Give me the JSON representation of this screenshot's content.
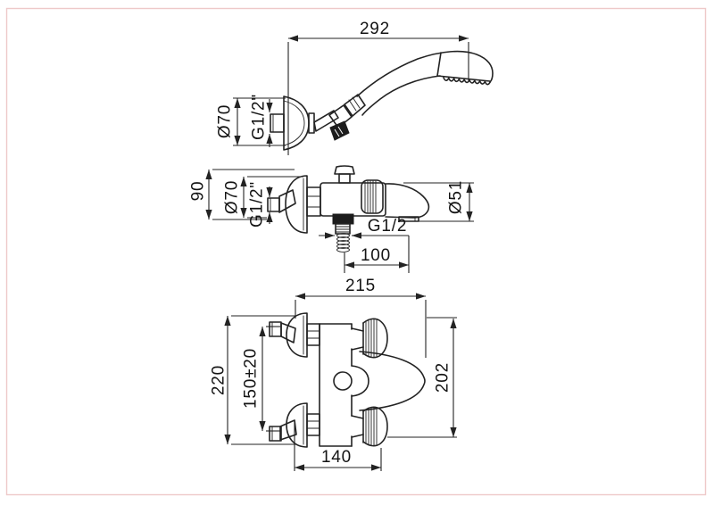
{
  "page": {
    "background": "#ffffff",
    "frame_color": "#eec9c9"
  },
  "views": {
    "handset": {
      "title": "hand-shower-top-view",
      "dims": {
        "span": "292",
        "flange_diameter": "Ø70",
        "connection_thread": "G1/2\""
      }
    },
    "side": {
      "title": "mixer-side-view",
      "dims": {
        "projection": "90",
        "flange_diameter": "Ø70",
        "connection_thread": "G1/2\"",
        "spout_diameter": "Ø51",
        "hose_thread": "G1/2",
        "hose_offset": "100"
      }
    },
    "front": {
      "title": "mixer-front-view",
      "dims": {
        "overall_width": "215",
        "overall_height": "220",
        "centre_distance": "150±20",
        "body_height": "202",
        "lower_width": "140"
      }
    }
  }
}
